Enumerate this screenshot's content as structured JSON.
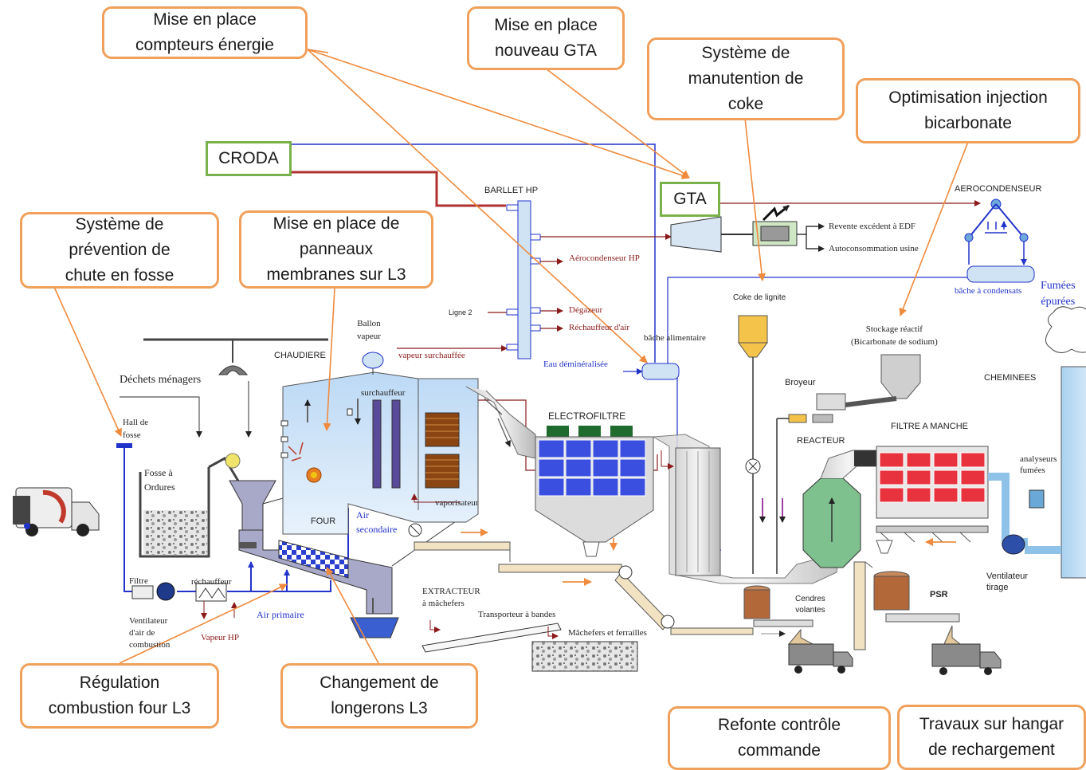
{
  "callouts": {
    "compteurs": "Mise en place\ncompteurs énergie",
    "gta_nouveau": "Mise en place\nnouveau GTA",
    "coke": "Système de\nmanutention de\ncoke",
    "bicarbonate": "Optimisation injection\nbicarbonate",
    "chute": "Système de\nprévention de\nchute en fosse",
    "panneaux": "Mise en place de\npanneaux\nmembranes sur L3",
    "regulation": "Régulation\ncombustion four L3",
    "longerons": "Changement de\nlongerons L3",
    "refonte": "Refonte contrôle\ncommande",
    "hangar": "Travaux sur hangar\nde rechargement"
  },
  "boxes": {
    "croda": "CRODA",
    "gta": "GTA"
  },
  "labels": {
    "barllet": "BARLLET  HP",
    "aerocondenseur": "AEROCONDENSEUR",
    "revente": "Revente excédent à EDF",
    "autoconso": "Autoconsommation usine",
    "aerocond_hp": "Aérocondenseur HP",
    "degazeur": "Dégazeur",
    "rechauffeur_air": "Réchauffeur d'air",
    "ligne2": "Ligne 2",
    "bache_alim": "bâche alimentaire",
    "bache_condensats": "bâche à condensats",
    "fumees": "Fumées\népurées",
    "eau_demin": "Eau  déminéralisée",
    "coke_lignite": "Coke de lignite",
    "stockage": "Stockage réactif\n(Bicarbonate de sodium)",
    "ballon": "Ballon\nvapeur",
    "vapeur_surch": "vapeur surchauffée",
    "chaudiere": "CHAUDIERE",
    "dechets": "Déchets ménagers",
    "hall": "Hall de\nfosse",
    "fosse": "Fosse à\nOrdures",
    "surchauffeur": "surchauffeur",
    "electrofiltre": "ELECTROFILTRE",
    "broyeur": "Broyeur",
    "cheminees": "CHEMINEES",
    "filtre_manche": "FILTRE A MANCHE",
    "reacteur": "REACTEUR",
    "analyseurs": "analyseurs\nfumées",
    "four": "FOUR",
    "air_secondaire": "Air\nsecondaire",
    "vaporisateur": "vaporisateur",
    "filtre": "Filtre",
    "rechauffeur": "réchauffeur",
    "ventilateur_comb": "Ventilateur\nd'air de\ncombustion",
    "vapeur_hp": "Vapeur HP",
    "air_primaire": "Air primaire",
    "extracteur": "EXTRACTEUR\nà mâchefers",
    "transporteur": "Transporteur à bandes",
    "machefers": "Mâchefers et ferrailles",
    "cendres": "Cendres\nvolantes",
    "psr": "PSR",
    "ventilateur_tirage": "Ventilateur\ntirage"
  },
  "colors": {
    "callout_border": "#f0a05a",
    "green_border": "#79b24a",
    "arrow": "#f08a3c",
    "pipe_blue": "#2233cc",
    "pipe_red": "#8b1a1a",
    "croda_line": "#b03030"
  }
}
